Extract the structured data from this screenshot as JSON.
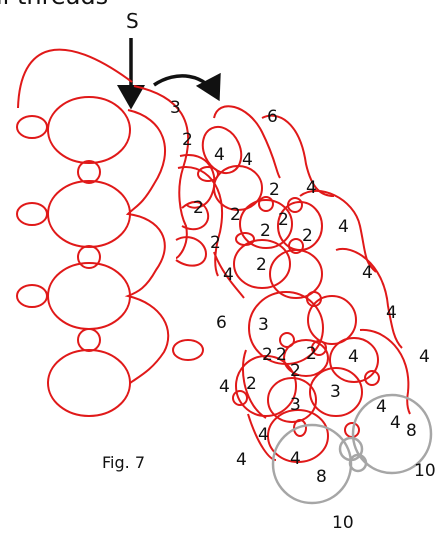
{
  "header": {
    "text": "ll threads"
  },
  "figure": {
    "start_marker": "S",
    "caption": "Fig. 7",
    "colors": {
      "active_thread": "#e01919",
      "completed_thread": "#a6a6a6",
      "arrow": "#111111",
      "text": "#111111"
    },
    "stitch_counts": [
      "3",
      "6",
      "2",
      "4",
      "4",
      "2",
      "4",
      "2",
      "2",
      "2",
      "2",
      "2",
      "4",
      "2",
      "2",
      "4",
      "4",
      "6",
      "3",
      "2",
      "2",
      "2",
      "2",
      "4",
      "4",
      "4",
      "2",
      "3",
      "3",
      "4",
      "4",
      "4",
      "8",
      "4",
      "4",
      "4",
      "8",
      "10",
      "10"
    ]
  }
}
